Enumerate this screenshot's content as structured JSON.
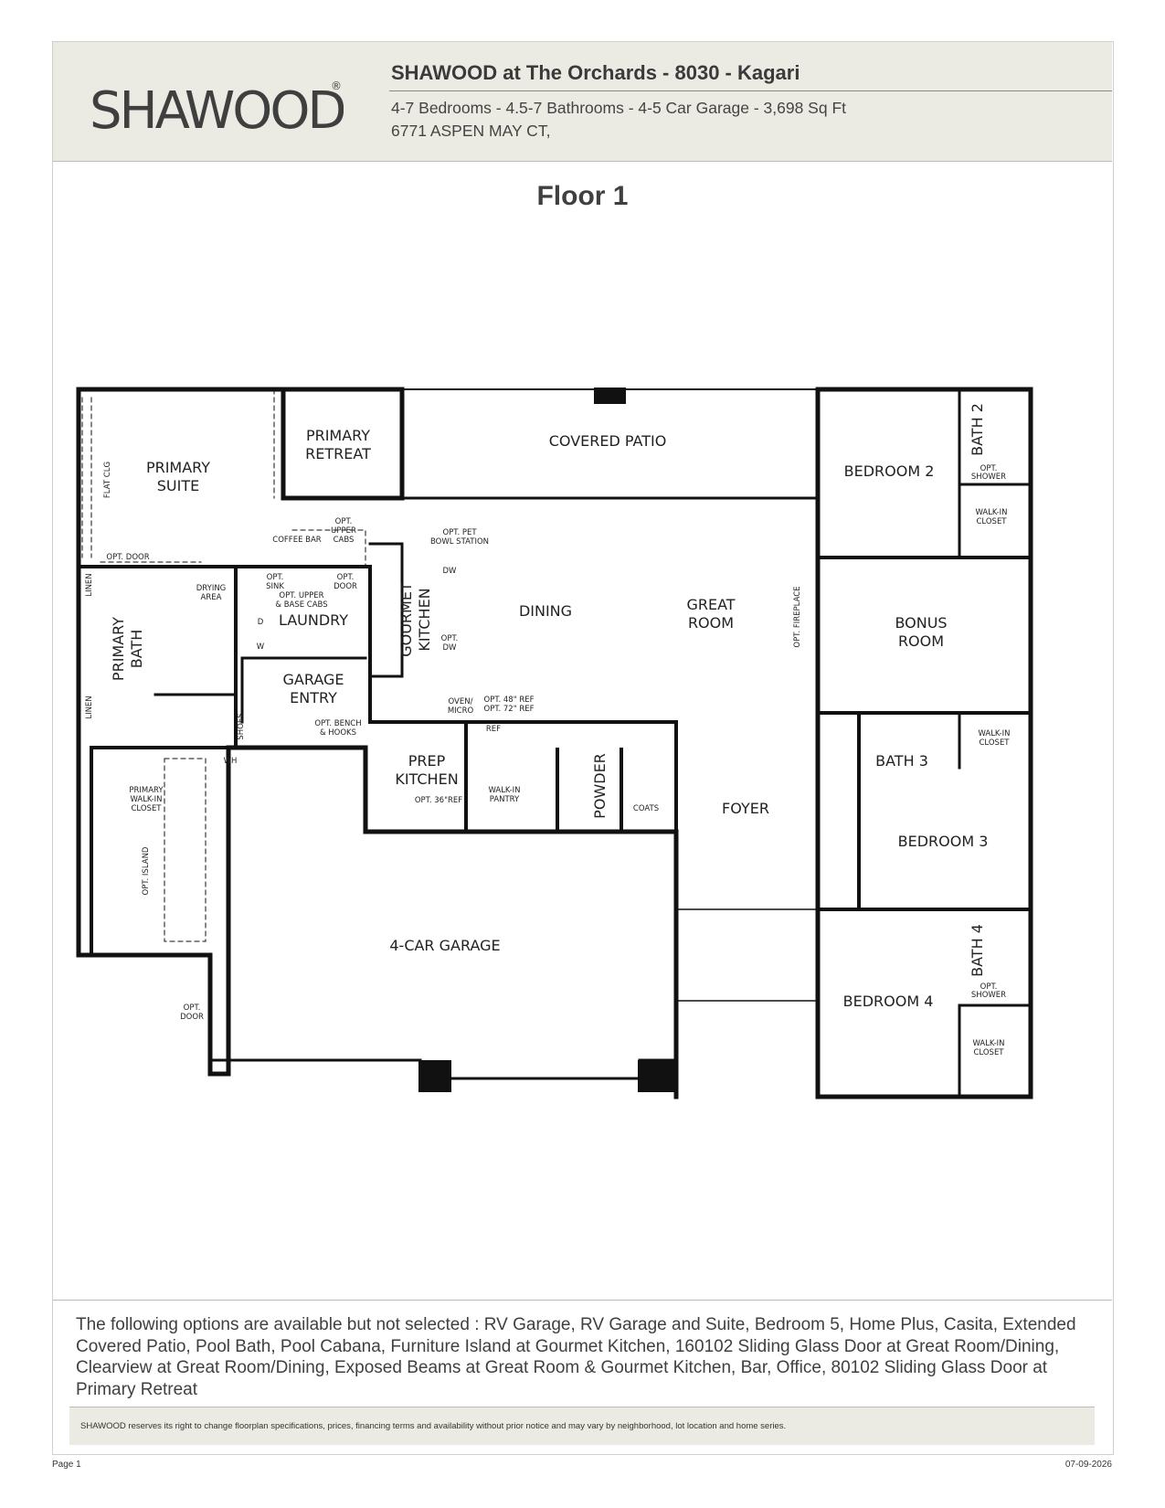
{
  "header": {
    "logo_text": "SHAWOOD",
    "title": "SHAWOOD at The Orchards - 8030 - Kagari",
    "specs": "4-7 Bedrooms - 4.5-7 Bathrooms - 4-5 Car Garage - 3,698 Sq Ft",
    "address": "6771 ASPEN MAY CT,"
  },
  "floor_title": "Floor 1",
  "plan": {
    "rooms": {
      "primary_suite": [
        "PRIMARY",
        "SUITE"
      ],
      "primary_retreat": [
        "PRIMARY",
        "RETREAT"
      ],
      "covered_patio": "COVERED PATIO",
      "bedroom2": "BEDROOM 2",
      "bath2": "BATH 2",
      "dining": "DINING",
      "great_room": [
        "GREAT",
        "ROOM"
      ],
      "bonus_room": [
        "BONUS",
        "ROOM"
      ],
      "gourmet_kitchen": [
        "GOURMET",
        "KITCHEN"
      ],
      "laundry": "LAUNDRY",
      "primary_bath": [
        "PRIMARY",
        "BATH"
      ],
      "garage_entry": [
        "GARAGE",
        "ENTRY"
      ],
      "bath3": "BATH 3",
      "prep_kitchen": [
        "PREP",
        "KITCHEN"
      ],
      "powder": "POWDER",
      "foyer": "FOYER",
      "bedroom3": "BEDROOM 3",
      "garage": "4-CAR GARAGE",
      "bedroom4": "BEDROOM 4",
      "bath4": "BATH 4"
    },
    "labels": {
      "flat_clg": "FLAT CLG",
      "opt_door": "OPT. DOOR",
      "coffee_bar": "COFFEE BAR",
      "opt_upper_cabs": [
        "OPT.",
        "UPPER",
        "CABS"
      ],
      "opt_pet_bowl": [
        "OPT. PET",
        "BOWL STATION"
      ],
      "linen": "LINEN",
      "drying_area": [
        "DRYING",
        "AREA"
      ],
      "opt_sink": [
        "OPT.",
        "SINK"
      ],
      "opt_door2": [
        "OPT.",
        "DOOR"
      ],
      "opt_upper_base": [
        "OPT. UPPER",
        "& BASE CABS"
      ],
      "dw": "DW",
      "opt_dw": [
        "OPT.",
        "DW"
      ],
      "opt_fireplace": "OPT. FIREPLACE",
      "opt_shower": [
        "OPT.",
        "SHOWER"
      ],
      "walk_in_closet": [
        "WALK-IN",
        "CLOSET"
      ],
      "shoes": "SHOES",
      "opt_bench": [
        "OPT. BENCH",
        "& HOOKS"
      ],
      "oven_micro": [
        "OVEN/",
        "MICRO"
      ],
      "opt_ref": [
        "OPT. 48\" REF",
        "OPT. 72\" REF"
      ],
      "ref": "REF",
      "wh": "WH",
      "primary_walkin": [
        "PRIMARY",
        "WALK-IN",
        "CLOSET"
      ],
      "opt_island": "OPT. ISLAND",
      "opt_36_ref": "OPT. 36\"REF",
      "walkin_pantry": [
        "WALK-IN",
        "PANTRY"
      ],
      "coats": "COATS",
      "w": "W",
      "d": "D"
    }
  },
  "options_text": "The following options are available but not selected : RV Garage, RV Garage and Suite, Bedroom 5, Home Plus, Casita, Extended Covered Patio, Pool Bath, Pool Cabana, Furniture Island at Gourmet Kitchen, 160102 Sliding Glass Door at Great Room/Dining, Clearview at Great Room/Dining, Exposed Beams at Great Room & Gourmet Kitchen, Bar, Office, 80102 Sliding Glass Door at Primary Retreat",
  "disclaimer": "SHAWOOD reserves its right to change floorplan specifications, prices, financing terms and availability without prior notice and may vary by neighborhood, lot location and home series.",
  "page_label": "Page 1",
  "date": "07-09-2026"
}
